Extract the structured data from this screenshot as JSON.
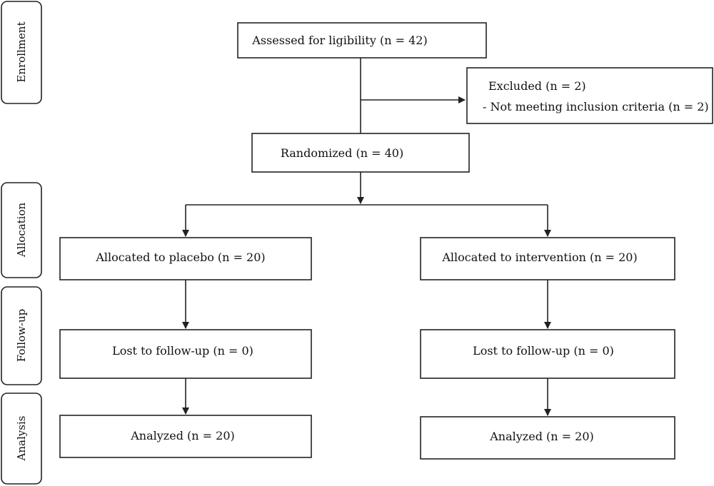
{
  "stages": {
    "enrollment": "Enrollment",
    "allocation": "Allocation",
    "followup": "Follow-up",
    "analysis": "Analysis"
  },
  "boxes": {
    "assessed": "Assessed for ligibility (n = 42)",
    "excluded_title": "Excluded (n = 2)",
    "excluded_reason": "- Not meeting inclusion criteria (n = 2)",
    "randomized": "Randomized (n = 40)",
    "alloc_placebo": "Allocated to placebo (n = 20)",
    "alloc_intervention": "Allocated to intervention (n = 20)",
    "lost_placebo": "Lost to follow-up (n = 0)",
    "lost_intervention": "Lost to follow-up (n = 0)",
    "analyzed_placebo": "Analyzed (n = 20)",
    "analyzed_intervention": "Analyzed (n = 20)"
  }
}
